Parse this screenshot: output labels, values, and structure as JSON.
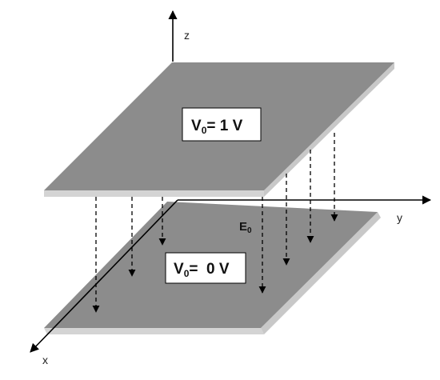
{
  "axes": {
    "x_label": "x",
    "y_label": "y",
    "z_label": "z"
  },
  "field": {
    "symbol": "E",
    "subscript": "0"
  },
  "top_plate": {
    "symbol": "V",
    "subscript": "0",
    "value_text": "= 1 V"
  },
  "bottom_plate": {
    "symbol": "V",
    "subscript": "0",
    "value_text": "=  0 V"
  },
  "colors": {
    "plate_fill": "#8c8c8c",
    "plate_edge": "#d4d4d4",
    "line": "#000000",
    "label_box": "#ffffff"
  }
}
